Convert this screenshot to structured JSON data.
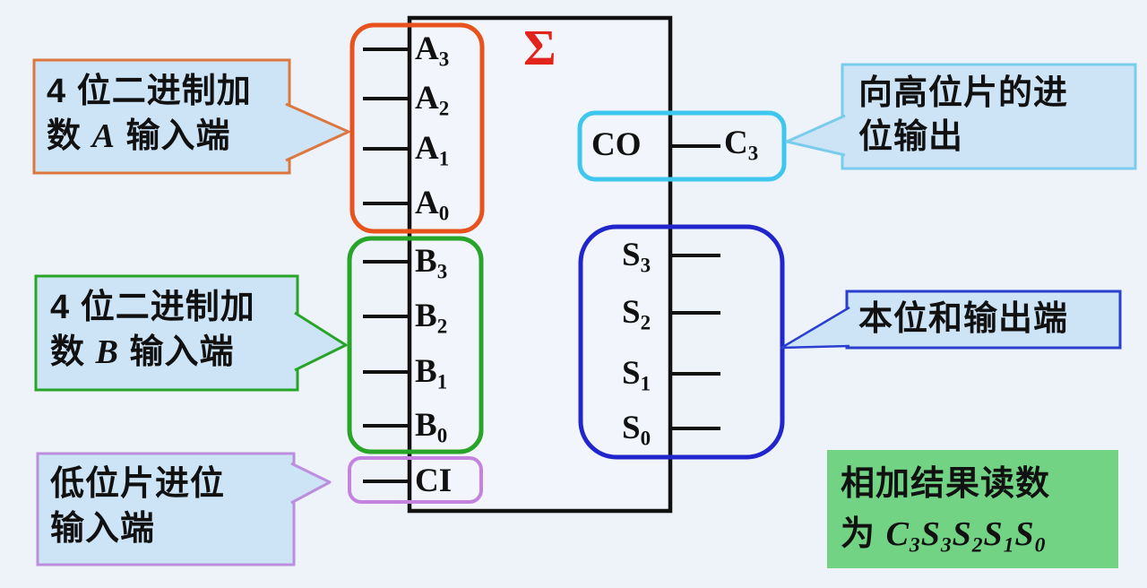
{
  "diagram_title": "4-bit binary adder pin diagram",
  "chip": {
    "sigma": "Σ"
  },
  "pins": {
    "a": [
      {
        "base": "A",
        "sub": "3"
      },
      {
        "base": "A",
        "sub": "2"
      },
      {
        "base": "A",
        "sub": "1"
      },
      {
        "base": "A",
        "sub": "0"
      }
    ],
    "b": [
      {
        "base": "B",
        "sub": "3"
      },
      {
        "base": "B",
        "sub": "2"
      },
      {
        "base": "B",
        "sub": "1"
      },
      {
        "base": "B",
        "sub": "0"
      }
    ],
    "ci": "CI",
    "co": "CO",
    "c3": {
      "base": "C",
      "sub": "3"
    },
    "s": [
      {
        "base": "S",
        "sub": "3"
      },
      {
        "base": "S",
        "sub": "2"
      },
      {
        "base": "S",
        "sub": "1"
      },
      {
        "base": "S",
        "sub": "0"
      }
    ]
  },
  "callouts": {
    "a": {
      "line1": "4 位二进制加",
      "line2_pre": "数 ",
      "line2_var": "A",
      "line2_post": " 输入端"
    },
    "b": {
      "line1": "4 位二进制加",
      "line2_pre": "数 ",
      "line2_var": "B",
      "line2_post": " 输入端"
    },
    "ci": {
      "line1": "低位片进位",
      "line2": "输入端"
    },
    "co": {
      "line1": "向高位片的进",
      "line2": "位输出"
    },
    "s": {
      "line1": "本位和输出端"
    },
    "result": {
      "line1": "相加结果读数",
      "line2_pre": "为 ",
      "vars": [
        {
          "base": "C",
          "sub": "3"
        },
        {
          "base": "S",
          "sub": "3"
        },
        {
          "base": "S",
          "sub": "2"
        },
        {
          "base": "S",
          "sub": "1"
        },
        {
          "base": "S",
          "sub": "0"
        }
      ]
    }
  },
  "colors": {
    "page_bg": "#eef2f9",
    "callout_bg": "#cde4f7",
    "group_a_orange": "#e8521d",
    "group_b_green": "#28a528",
    "group_ci_purple": "#c583e0",
    "group_co_cyan": "#3ec7ee",
    "group_s_blue": "#2126cc",
    "result_green_bg": "#72d385",
    "sigma_red": "#e3241c",
    "line_black": "#111111"
  }
}
